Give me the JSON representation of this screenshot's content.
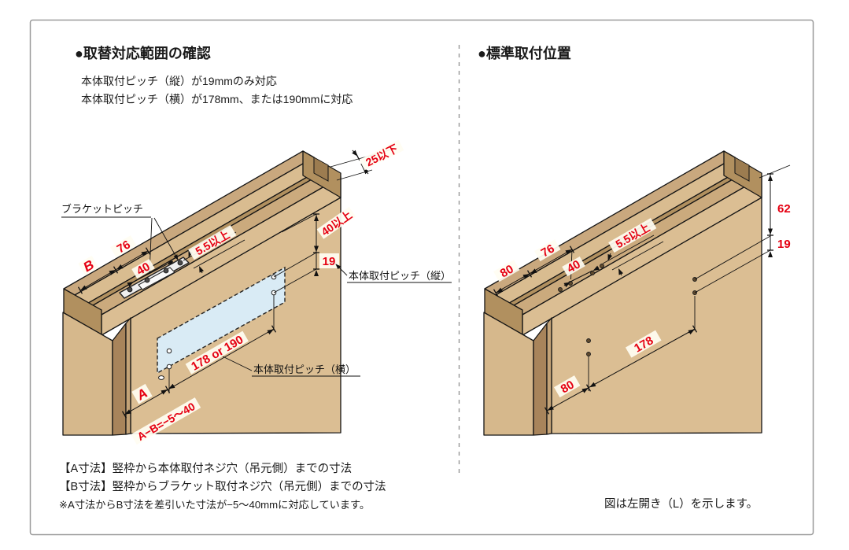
{
  "left_panel": {
    "title": "●取替対応範囲の確認",
    "subtitles": [
      "本体取付ピッチ（縦）が19mmのみ対応",
      "本体取付ピッチ（横）が178mm、または190mmに対応"
    ],
    "labels": {
      "bracket_pitch": "ブラケットピッチ",
      "body_pitch_vertical": "本体取付ピッチ（縦）",
      "body_pitch_horizontal": "本体取付ピッチ（横）"
    },
    "dimensions": {
      "top_clearance": "25以下",
      "min_top": "40以上",
      "vertical_pitch": "19",
      "b": "B",
      "d76": "76",
      "d40": "40",
      "min_side": "5.5以上",
      "horizontal_pitch": "178 or 190",
      "a": "A",
      "a_minus_b": "A−B=−5〜40"
    },
    "notes": [
      "【A寸法】竪枠から本体取付ネジ穴（吊元側）までの寸法",
      "【B寸法】竪枠からブラケット取付ネジ穴（吊元側）までの寸法",
      "※A寸法からB寸法を差引いた寸法が−5〜40mmに対応しています。"
    ]
  },
  "right_panel": {
    "title": "●標準取付位置",
    "dimensions": {
      "jamb_width": "80",
      "d76": "76",
      "d40": "40",
      "min_side": "5.5以上",
      "d62": "62",
      "d19": "19",
      "d178": "178",
      "d80_face": "80"
    },
    "note": "図は左開き（L）を示します。"
  },
  "colors": {
    "dimension_red": "#E50012",
    "wood_light": "#DBBE93",
    "wood_mid": "#C9A87E",
    "wood_dark": "#B1905F",
    "plate_blue": "#D9EBF5",
    "border_gray": "#9A9A9A"
  }
}
